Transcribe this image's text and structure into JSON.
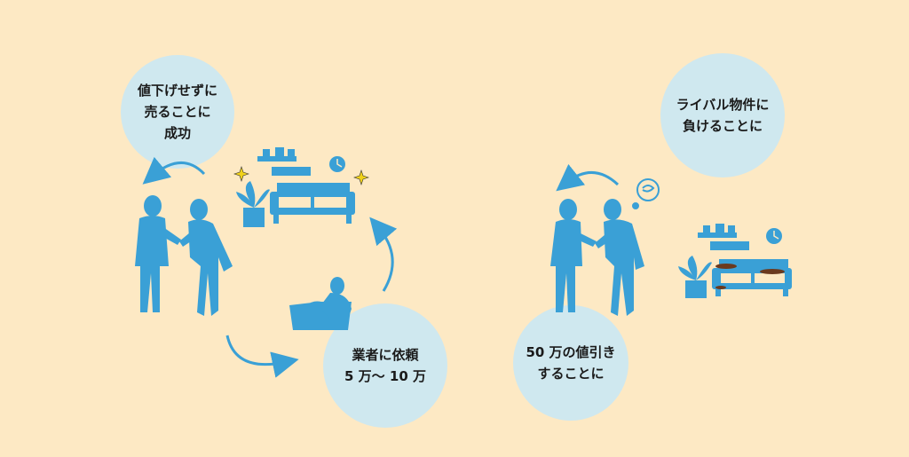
{
  "colors": {
    "background": "#fde9c4",
    "bubble": "#cfe8ef",
    "figure": "#3aa0d6",
    "sparkle": "#f2d21a",
    "damage": "#6b3a1e"
  },
  "left_scene": {
    "top_bubble": {
      "lines": [
        "値下げせずに",
        "売ることに",
        "成功"
      ]
    },
    "bottom_bubble": {
      "lines": [
        "業者に依頼",
        "5 万〜 10 万"
      ]
    }
  },
  "right_scene": {
    "top_bubble": {
      "lines": [
        "ライバル物件に",
        "負けることに"
      ]
    },
    "bottom_bubble": {
      "lines": [
        "50 万の値引き",
        "することに"
      ]
    }
  },
  "icons": [
    "handshake-icon",
    "clean-living-room-icon",
    "cleaning-worker-icon",
    "damaged-living-room-icon",
    "worried-thought-icon",
    "clock-icon",
    "sparkle-icon",
    "cycle-arrow-icon"
  ]
}
